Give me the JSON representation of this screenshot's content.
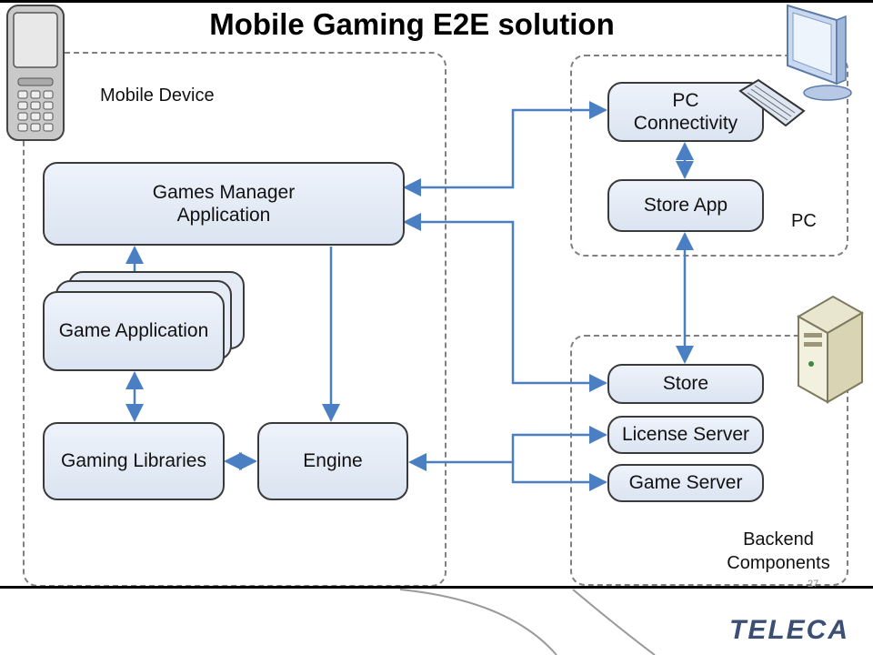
{
  "title": "Mobile Gaming E2E solution",
  "groups": {
    "mobile": "Mobile Device",
    "pc": "PC",
    "backend_line1": "Backend",
    "backend_line2": "Components"
  },
  "boxes": {
    "games_manager_line1": "Games Manager",
    "games_manager_line2": "Application",
    "game_application": "Game Application",
    "gaming_libraries": "Gaming Libraries",
    "engine": "Engine",
    "pc_connectivity_line1": "PC",
    "pc_connectivity_line2": "Connectivity",
    "store_app": "Store App",
    "store": "Store",
    "license_server": "License Server",
    "game_server": "Game Server"
  },
  "footer": {
    "page_number": "27",
    "logo": "TELECA"
  },
  "colors": {
    "arrow": "#4a7fc4",
    "box_fill": "#dbe4f1",
    "dashed_border": "#808080",
    "logo": "#3a4f73"
  },
  "icons": [
    "mobile-phone-icon",
    "pc-monitor-icon",
    "keyboard-icon",
    "server-icon"
  ]
}
